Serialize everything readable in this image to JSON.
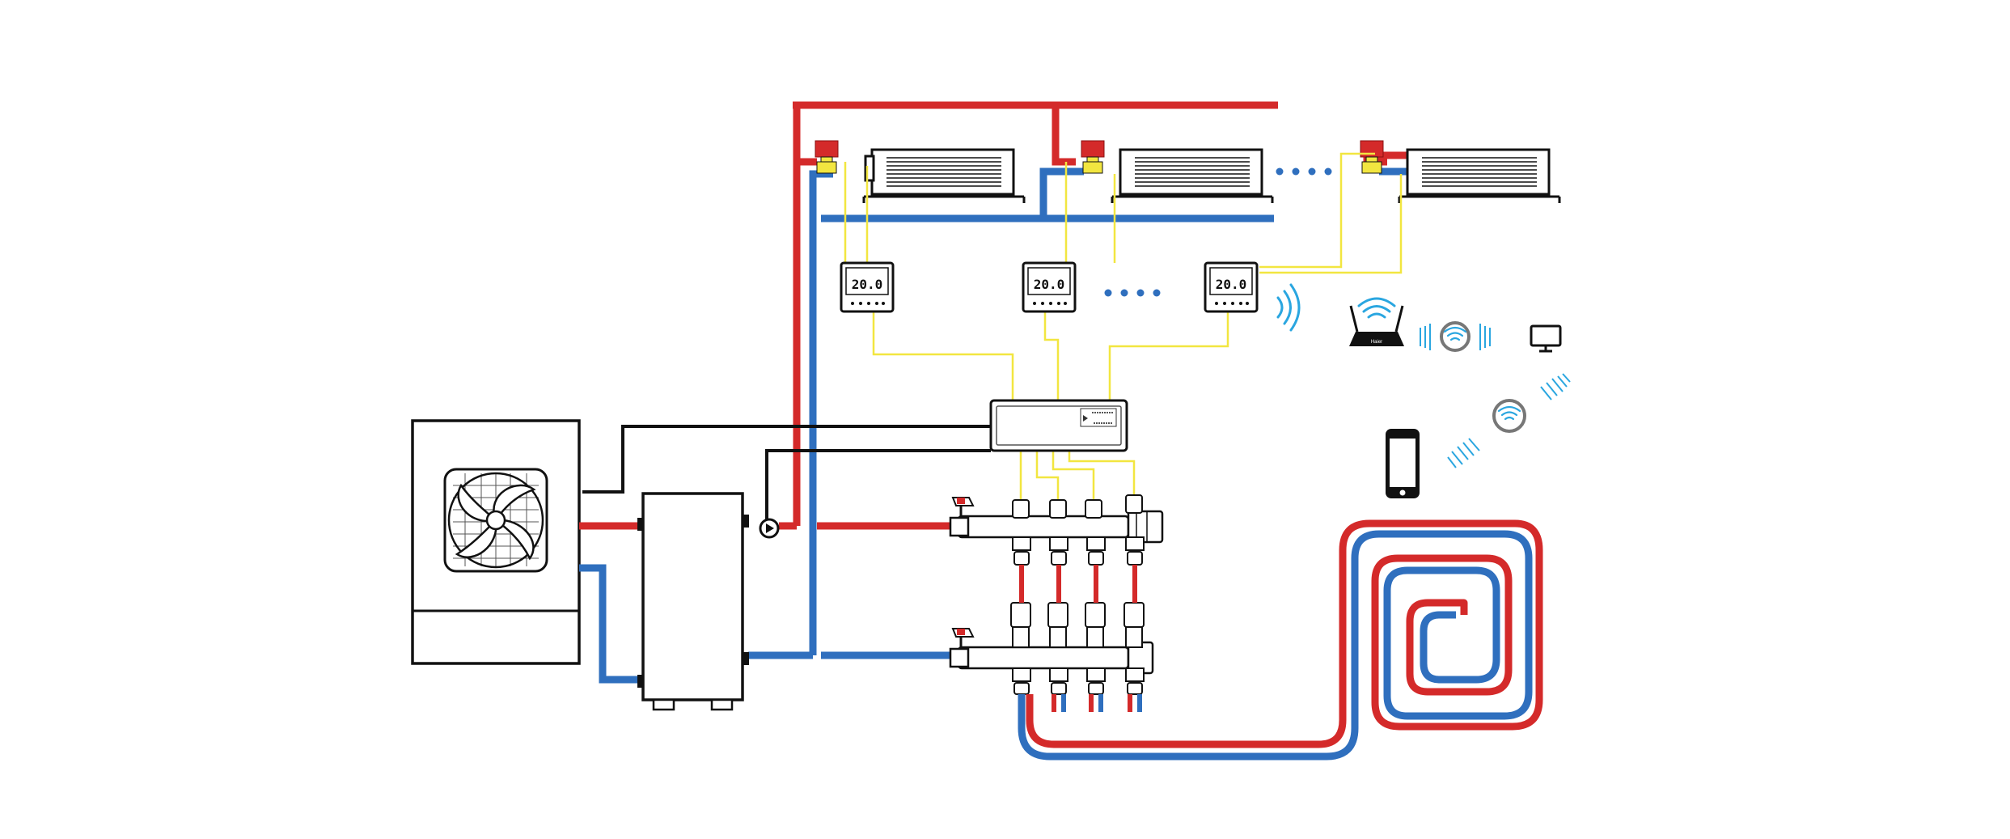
{
  "diagram": {
    "thermostats": [
      {
        "display": "20.0"
      },
      {
        "display": "20.0"
      },
      {
        "display": "20.0"
      }
    ],
    "router_brand": "Haier",
    "colors": {
      "supply_pipe": "#d42a2a",
      "return_pipe": "#2f6fbe",
      "signal_wire": "#f2e640",
      "power_cable": "#111111",
      "wifi": "#2aa6e0",
      "outline": "#111111"
    },
    "icons": [
      "heat-pump-outdoor-unit",
      "buffer-tank",
      "circulation-pump-icon",
      "fan-coil-unit",
      "zone-valve-actuator",
      "room-thermostat",
      "wiring-center",
      "floor-heating-manifold",
      "floor-heating-loop",
      "wifi-router",
      "smartphone-icon",
      "monitor-icon",
      "wifi-signal-icon"
    ]
  }
}
